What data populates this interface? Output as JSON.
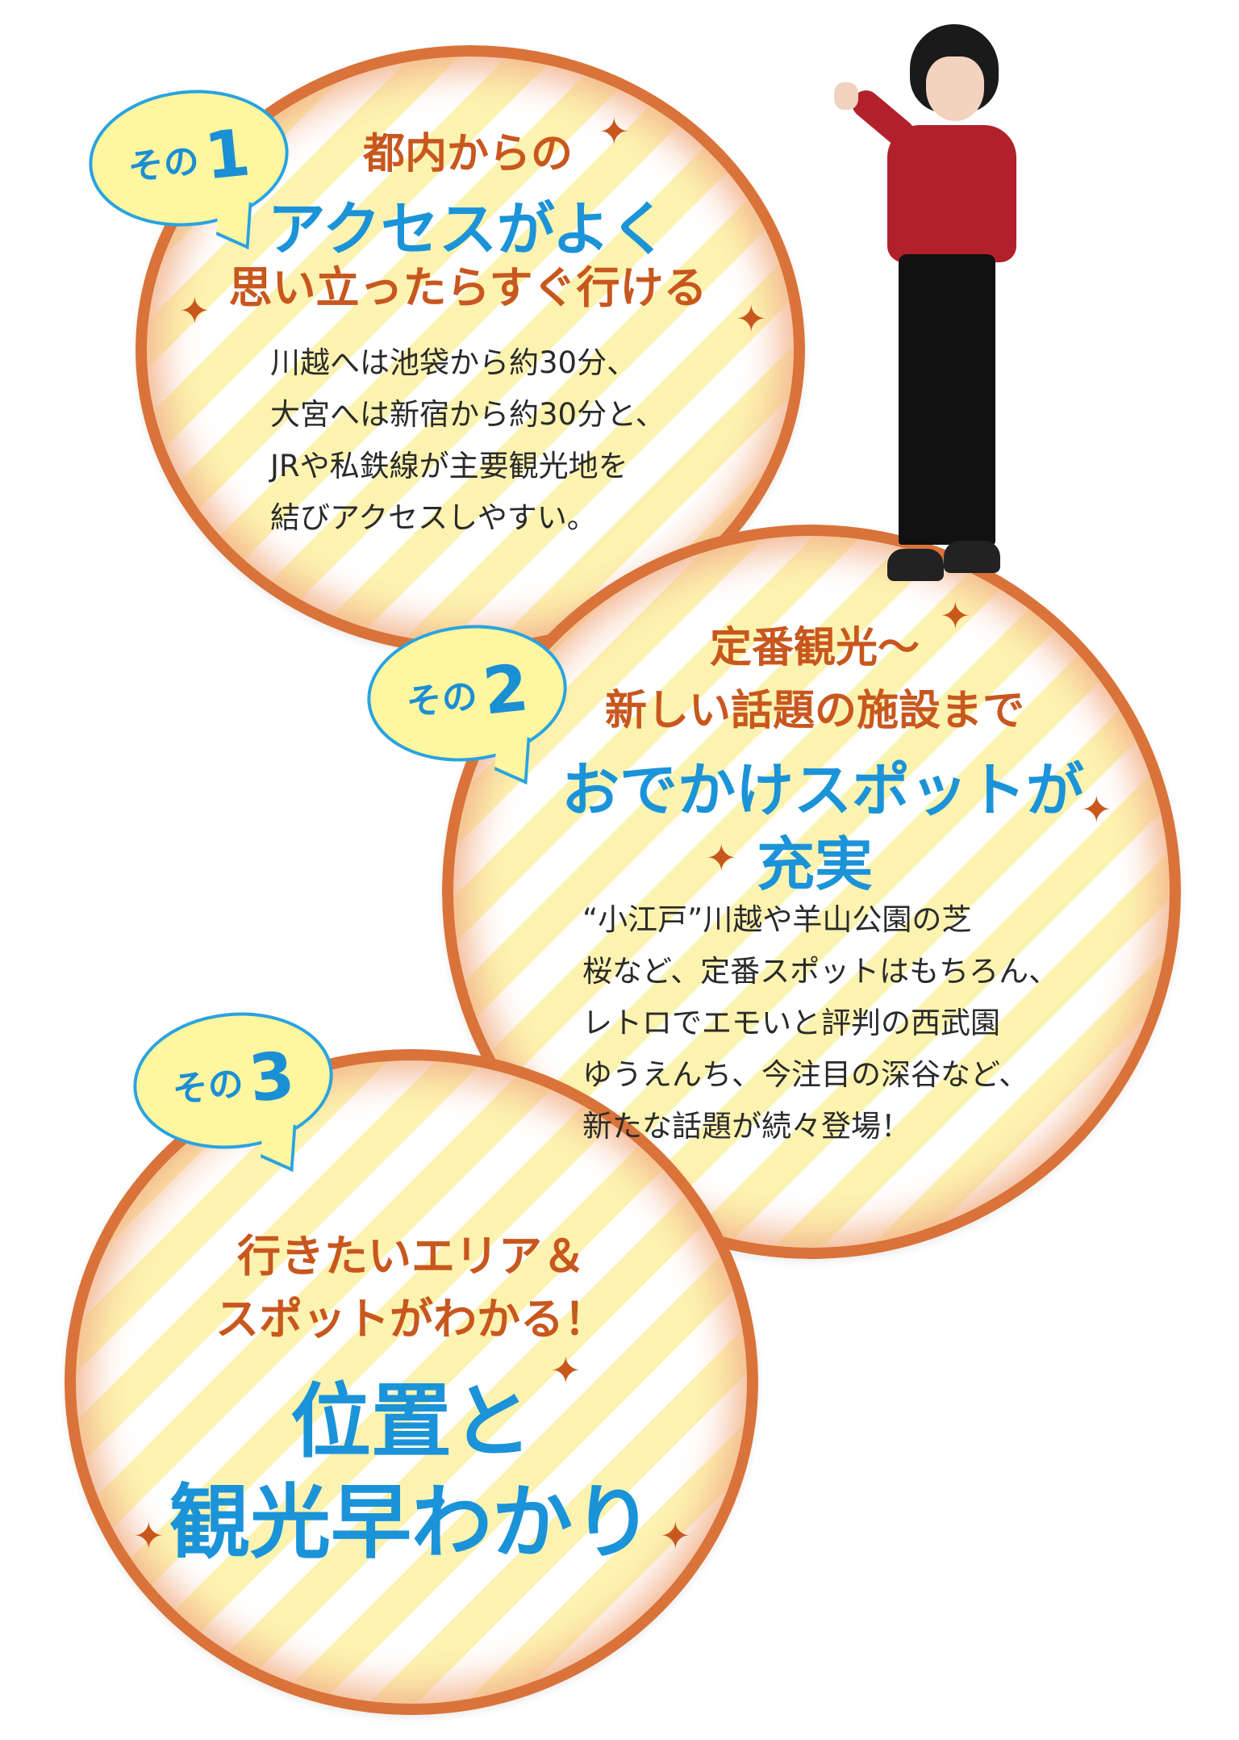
{
  "section1": {
    "badge_sono": "その",
    "badge_num": "1",
    "heading_line1": "都内からの",
    "heading_line2": "アクセスがよく",
    "heading_line3": "思い立ったらすぐ行ける",
    "body_lines": [
      "川越へは池袋から約30分、",
      "大宮へは新宿から約30分と、",
      "JRや私鉄線が主要観光地を",
      "結びアクセスしやすい。"
    ]
  },
  "section2": {
    "badge_sono": "その",
    "badge_num": "2",
    "heading_line1": "定番観光〜",
    "heading_line2": "新しい話題の施設まで",
    "heading_line3": "おでかけスポットが",
    "heading_line4": "充実",
    "body_lines": [
      "“小江戸”川越や羊山公園の芝",
      "桜など、定番スポットはもちろん、",
      "レトロでエモいと評判の西武園",
      "ゆうえんち、今注目の深谷など、",
      "新たな話題が続々登場！"
    ]
  },
  "section3": {
    "badge_sono": "その",
    "badge_num": "3",
    "heading_line1": "行きたいエリア＆",
    "heading_line2": "スポットがわかる！",
    "heading_line3": "位置と",
    "heading_line4": "観光早わかり"
  },
  "colors": {
    "accent_orange": "#c8571e",
    "accent_blue": "#1b93d8",
    "badge_fill": "#fff6a0",
    "stripe": "#fdf3b0"
  },
  "icons": {
    "sparkle": "✦"
  }
}
